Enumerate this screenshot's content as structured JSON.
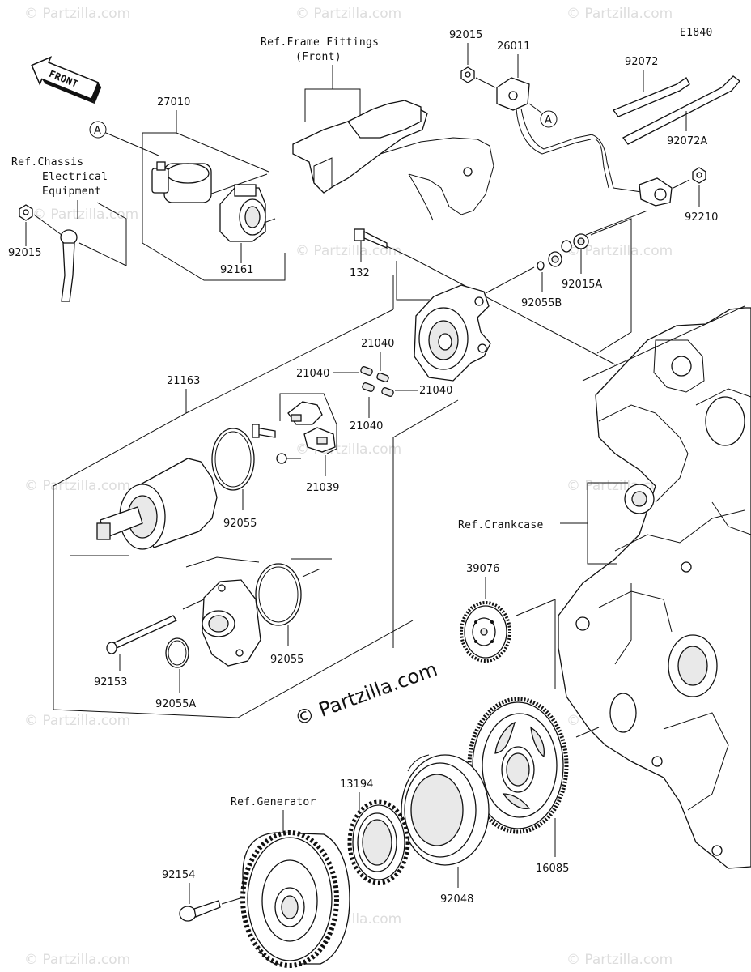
{
  "diagram_code": "E1840",
  "front_arrow_label": "FRONT",
  "watermark": "© Partzilla.com",
  "center_watermark": "© Partzilla.com",
  "callout_letter": "A",
  "refs": {
    "frame_fittings": [
      "Ref.Frame Fittings",
      "(Front)"
    ],
    "chassis": [
      "Ref.Chassis",
      "Electrical",
      "Equipment"
    ],
    "crankcase": "Ref.Crankcase",
    "generator": "Ref.Generator"
  },
  "parts": [
    "27010",
    "92015",
    "26011",
    "92072",
    "92072A",
    "92015",
    "92161",
    "92210",
    "132",
    "92015A",
    "92055B",
    "21040",
    "21040",
    "21040",
    "21040",
    "21163",
    "21039",
    "92055",
    "92055",
    "92153",
    "92055A",
    "39076",
    "13194",
    "92154",
    "92048",
    "16085"
  ]
}
